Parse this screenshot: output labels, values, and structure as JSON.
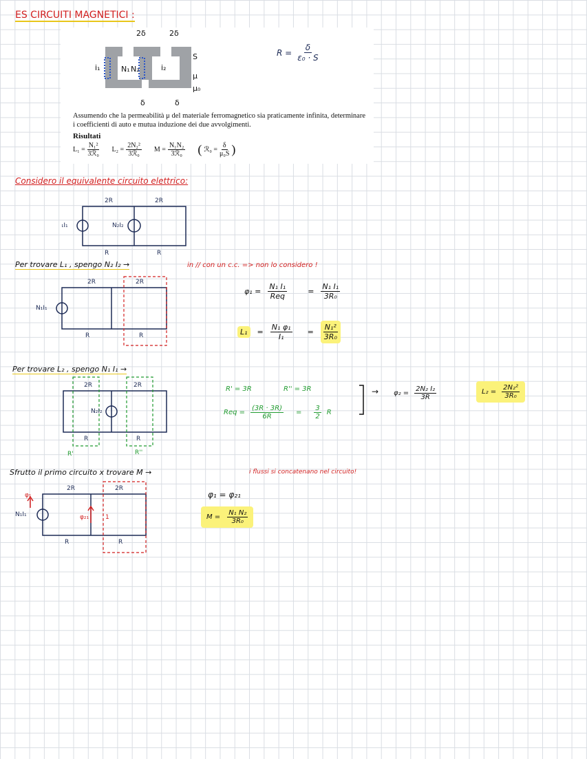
{
  "title": "ES CIRCUITI MAGNETICI :",
  "reference": {
    "labels": {
      "gap_top": "2δ",
      "gap_bottom": "δ",
      "i1": "i₁",
      "i2": "i₂",
      "n1": "N₁",
      "n2": "N₂",
      "s": "S",
      "mu": "μ",
      "mu0": "μ₀"
    },
    "problem_text": "Assumendo che la permeabilità μ del materiale ferromagnetico sia praticamente infinita, determinare i coefficienti di auto e mutua induzione dei due avvolgimenti.",
    "results_heading": "Risultati",
    "results": {
      "l1_lhs": "L₁ =",
      "l1_num": "N₁²",
      "l1_den": "3ℛ₀",
      "l2_lhs": "L₂ =",
      "l2_num": "2N₂²",
      "l2_den": "3ℛ₀",
      "m_lhs": "M =",
      "m_num": "N₁N₂",
      "m_den": "3ℛ₀",
      "r0_lhs": "ℛ₀ =",
      "r0_num": "δ",
      "r0_den": "μ₀S"
    }
  },
  "reluctance_formula": {
    "lhs": "R =",
    "num": "δ",
    "den": "ε₀ · S"
  },
  "section1": {
    "heading": "Considero il equivalente circuito elettrico:",
    "labels": {
      "top_left": "2R",
      "top_right": "2R",
      "bottom_left": "R",
      "bottom_right": "R",
      "src1": "N₁I₁",
      "src2": "N₂I₂"
    }
  },
  "section2": {
    "heading": "Per trovare L₁ , spengo N₂ I₂ →",
    "note": "in // con un c.c. => non lo considero !",
    "labels": {
      "top_left": "2R",
      "top_right": "2R",
      "bottom_left": "R",
      "bottom_right": "R",
      "src": "N₁I₁"
    },
    "phi_lhs": "φ₁ =",
    "phi_num": "N₁ I₁",
    "phi_den": "Req",
    "phi_eq2": "=",
    "phi_num2": "N₁ I₁",
    "phi_den2": "3R₀",
    "l1_lhs": "L₁",
    "l1_eq": "=",
    "l1_num": "N₁ φ₁",
    "l1_den": "I₁",
    "l1_eq2": "=",
    "l1_res_num": "N₁²",
    "l1_res_den": "3R₀"
  },
  "section3": {
    "heading": "Per trovare L₂ , spengo N₁ I₁ →",
    "labels": {
      "top_left": "2R",
      "top_right": "2R",
      "bottom_left": "R",
      "bottom_right": "R",
      "src": "N₂I₂",
      "part1": "R'",
      "part2": "R''"
    },
    "r1": "R' = 3R",
    "r2": "R'' = 3R",
    "req_lhs": "Req =",
    "req_num": "(3R · 3R)",
    "req_den": "6R",
    "req_eq": "=",
    "req_num2": "3",
    "req_den2": "2",
    "req_unit": "R",
    "arrow": "→",
    "phi_lhs": "φ₂ =",
    "phi_num": "2N₂ I₂",
    "phi_den": "3R",
    "l2_lhs": "L₂ =",
    "l2_num": "2N₂²",
    "l2_den": "3R₀"
  },
  "section4": {
    "heading": "Sfrutto il primo circuito x trovare M →",
    "note": "i flussi si concatenano nel circuito!",
    "labels": {
      "top_left": "2R",
      "top_right": "2R",
      "bottom_left": "R",
      "bottom_right": "R",
      "src": "N₁I₁",
      "phi1": "φ₁",
      "phi21": "φ₂₁",
      "mark": "1"
    },
    "phi_eq": "φ₁  = φ₂₁",
    "m_lhs": "M =",
    "m_num": "N₁ N₂",
    "m_den": "3R₀"
  }
}
